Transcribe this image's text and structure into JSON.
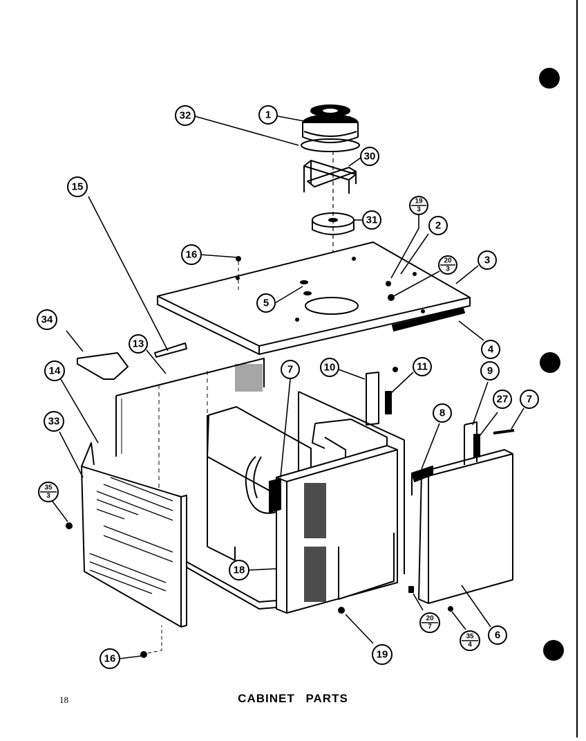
{
  "page": {
    "number": "18",
    "caption": "CABINET PARTS",
    "ink_color": "#000000",
    "paper_color": "#ffffff"
  },
  "callouts": [
    {
      "id": "1",
      "label": "1"
    },
    {
      "id": "2",
      "label": "2"
    },
    {
      "id": "3",
      "label": "3"
    },
    {
      "id": "4",
      "label": "4"
    },
    {
      "id": "5",
      "label": "5"
    },
    {
      "id": "6",
      "label": "6"
    },
    {
      "id": "7a",
      "label": "7"
    },
    {
      "id": "7b",
      "label": "7"
    },
    {
      "id": "8",
      "label": "8"
    },
    {
      "id": "9",
      "label": "9"
    },
    {
      "id": "10",
      "label": "10"
    },
    {
      "id": "11",
      "label": "11"
    },
    {
      "id": "13",
      "label": "13"
    },
    {
      "id": "14",
      "label": "14"
    },
    {
      "id": "15",
      "label": "15"
    },
    {
      "id": "16a",
      "label": "16"
    },
    {
      "id": "16b",
      "label": "16"
    },
    {
      "id": "18",
      "label": "18"
    },
    {
      "id": "19",
      "label": "19"
    },
    {
      "id": "27",
      "label": "27"
    },
    {
      "id": "30",
      "label": "30"
    },
    {
      "id": "31",
      "label": "31"
    },
    {
      "id": "32",
      "label": "32"
    },
    {
      "id": "33",
      "label": "33"
    },
    {
      "id": "34",
      "label": "34"
    }
  ],
  "fraction_callouts": [
    {
      "id": "19-3",
      "top": "19",
      "bottom": "3"
    },
    {
      "id": "20-3",
      "top": "20",
      "bottom": "3"
    },
    {
      "id": "20-7",
      "top": "20",
      "bottom": "7"
    },
    {
      "id": "35-3",
      "top": "35",
      "bottom": "3"
    },
    {
      "id": "35-4",
      "top": "35",
      "bottom": "4"
    }
  ]
}
